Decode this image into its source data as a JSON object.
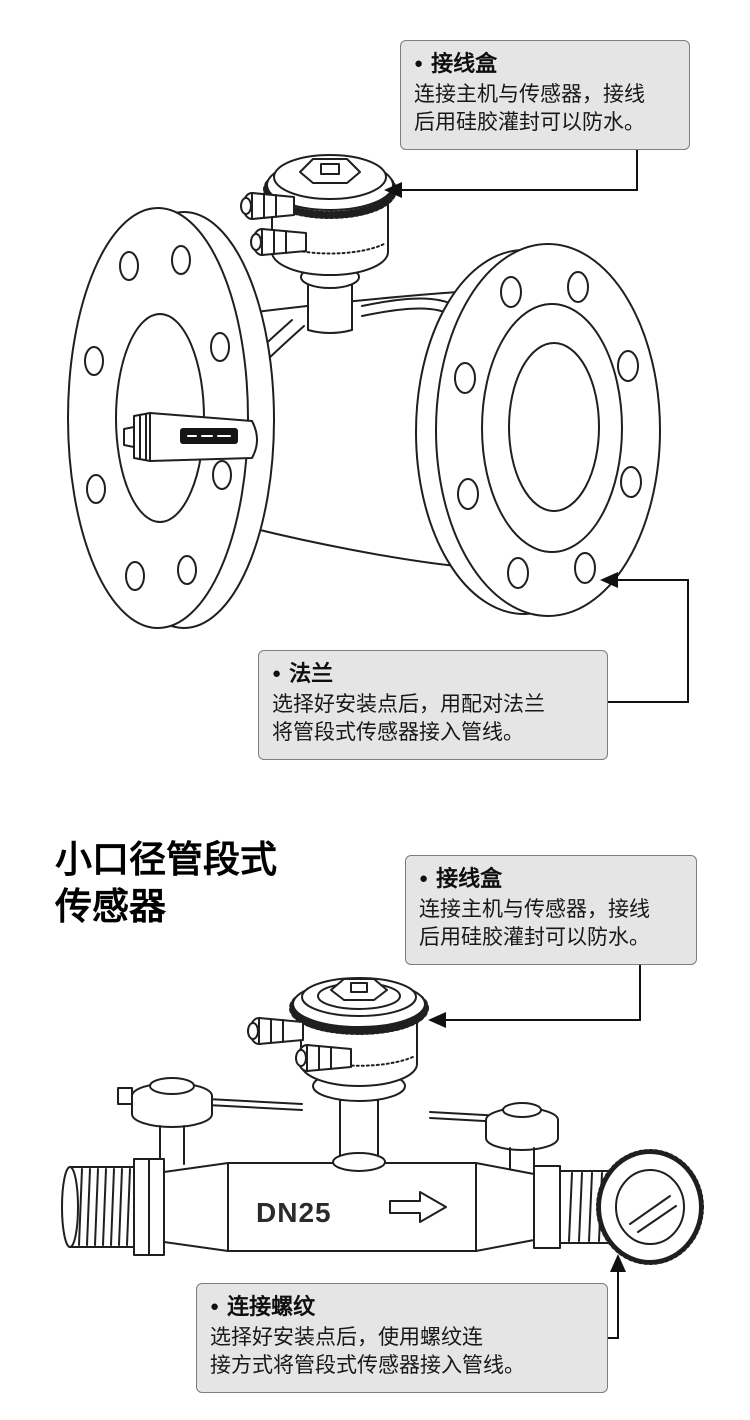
{
  "colors": {
    "line": "#1f1f1f",
    "callout_bg": "#e5e5e5",
    "callout_border": "#7d7d7d",
    "probe_label_bg": "#151515"
  },
  "section_title": {
    "line1": "小口径管段式",
    "line2": "传感器"
  },
  "callouts": {
    "junction_box_top": {
      "bullet": "●",
      "title": "接线盒",
      "line1": "连接主机与传感器，接线",
      "line2": "后用硅胶灌封可以防水。"
    },
    "flange": {
      "bullet": "●",
      "title": "法兰",
      "line1": "选择好安装点后，用配对法兰",
      "line2": "将管段式传感器接入管线。"
    },
    "junction_box_bottom": {
      "bullet": "●",
      "title": "接线盒",
      "line1": "连接主机与传感器，接线",
      "line2": "后用硅胶灌封可以防水。"
    },
    "thread": {
      "bullet": "●",
      "title": "连接螺纹",
      "line1": "选择好安装点后，使用螺纹连",
      "line2": "接方式将管段式传感器接入管线。"
    }
  },
  "device_labels": {
    "dn25": "DN25"
  }
}
